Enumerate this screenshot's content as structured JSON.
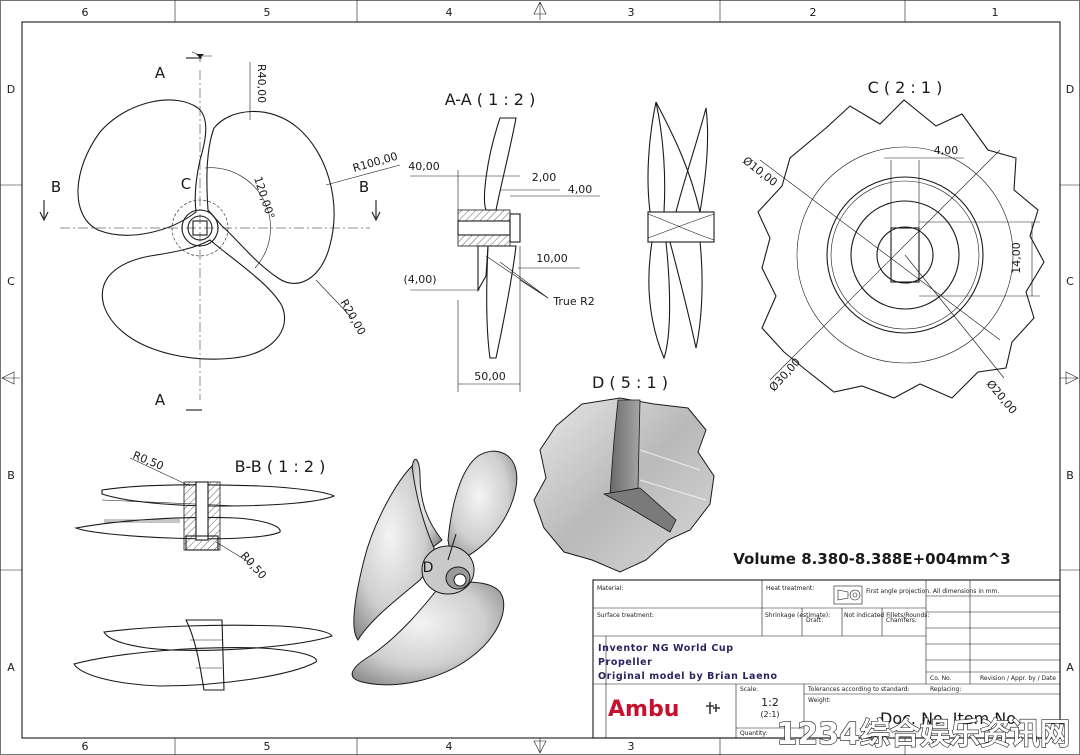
{
  "frame": {
    "columns": [
      "6",
      "5",
      "4",
      "3",
      "2",
      "1"
    ],
    "rows": [
      "D",
      "C",
      "B",
      "A"
    ]
  },
  "front_view": {
    "section_a": "A",
    "section_b": "B",
    "detail_c": "C",
    "r40": "R40,00",
    "r100": "R100,00",
    "angle": "120,00°",
    "r20": "R20,00"
  },
  "section_aa": {
    "title": "A-A ( 1 : 2 )",
    "d40": "40,00",
    "d2": "2,00",
    "d4": "4,00",
    "d10": "10,00",
    "d4p": "(4,00)",
    "d50": "50,00",
    "true_r2": "True R2"
  },
  "detail_c": {
    "title": "C ( 2 : 1 )",
    "d4": "4,00",
    "d14": "14,00",
    "dia10": "Ø10,00",
    "dia30": "Ø30,00",
    "dia20": "Ø20,00"
  },
  "section_bb": {
    "title": "B-B ( 1 : 2 )",
    "r1": "R0,50",
    "r2": "R0,50"
  },
  "detail_d": {
    "title": "D ( 5 : 1 )",
    "marker": "D"
  },
  "volume": "Volume 8.380-8.388E+004mm^3",
  "title_block": {
    "material": "Material:",
    "heat_treatment": "Heat treatment:",
    "projection_note": "First angle projection. All dimensions in mm.",
    "surface_treatment": "Surface treatment:",
    "shrinkage": "Shrinkage (estimate):",
    "draft": "Draft:",
    "not_indicated": "Not indicated Fillets/Rounds:",
    "chamfers": "Chamfers:",
    "line1": "Inventor NG World Cup",
    "line2": "Propeller",
    "line3": "Original model by Brian Laeno",
    "company": "Ambu",
    "scale_label": "Scale:",
    "scale": "1:2",
    "scale_sub": "(2:1)",
    "quantity": "Quantity:",
    "tolerances": "Tolerances according to standard:",
    "weight": "Weight:",
    "co_no": "Co. No.",
    "revision": "Revision / Appr. by / Date",
    "replacing": "Replacing:",
    "doc_no": "Doc. No. Item No"
  },
  "watermark": "1234综合娱乐资讯网",
  "colors": {
    "line": "#1a1a1a",
    "title_text": "#2a2560",
    "brand": "#c8102e",
    "watermark": "#1a1a1a"
  }
}
